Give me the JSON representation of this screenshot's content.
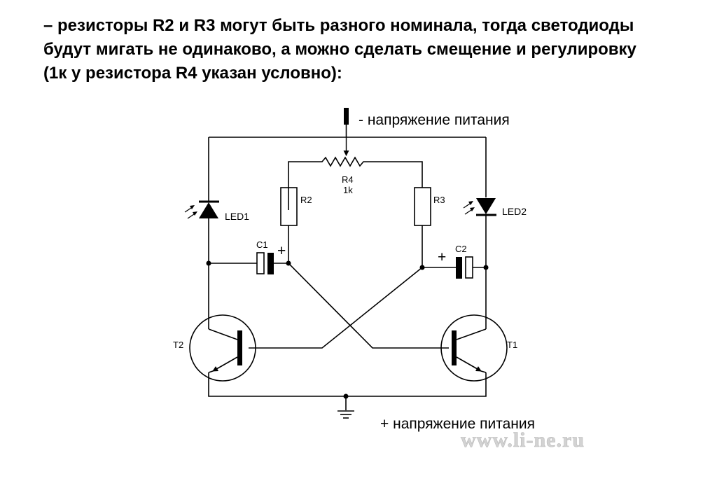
{
  "caption": {
    "line1": "– резисторы R2 и R3 могут быть разного номинала, тогда светодиоды",
    "line2": "будут мигать не одинаково, а можно сделать смещение и регулировку",
    "line3": "(1к у резистора R4 указан условно):"
  },
  "schematic": {
    "supply_negative_label": "- напряжение питания",
    "supply_positive_label": "+ напряжение питания",
    "r4_label": "R4",
    "r4_value": "1k",
    "r2_label": "R2",
    "r3_label": "R3",
    "led1_label": "LED1",
    "led2_label": "LED2",
    "c1_label": "C1",
    "c2_label": "C2",
    "c1_polarity": "+",
    "c2_polarity": "+",
    "t1_label": "T1",
    "t2_label": "T2"
  },
  "watermark": "www.li-ne.ru"
}
